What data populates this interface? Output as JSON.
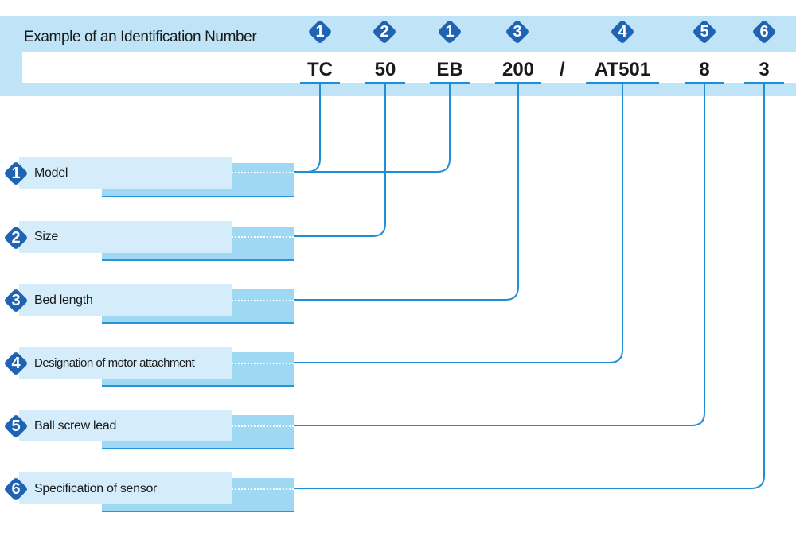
{
  "header": {
    "title": "Example of an Identification Number",
    "codes": [
      {
        "num": "1",
        "text": "TC"
      },
      {
        "num": "2",
        "text": "50"
      },
      {
        "num": "1",
        "text": "EB"
      },
      {
        "num": "3",
        "text": "200"
      },
      {
        "num": "4",
        "text": "AT501"
      },
      {
        "num": "5",
        "text": "8"
      },
      {
        "num": "6",
        "text": "3"
      }
    ],
    "separator": "/"
  },
  "legend": [
    {
      "num": "1",
      "label": "Model"
    },
    {
      "num": "2",
      "label": "Size"
    },
    {
      "num": "3",
      "label": "Bed length"
    },
    {
      "num": "4",
      "label": "Designation of motor attachment"
    },
    {
      "num": "5",
      "label": "Ball screw lead"
    },
    {
      "num": "6",
      "label": "Specification of sensor"
    }
  ],
  "colors": {
    "badge": "#1f63b3",
    "connector": "#1e8fd6",
    "banner": "#bfe3f7",
    "label_box": "#d5edfb",
    "label_shadow": "#9fd8f3"
  }
}
